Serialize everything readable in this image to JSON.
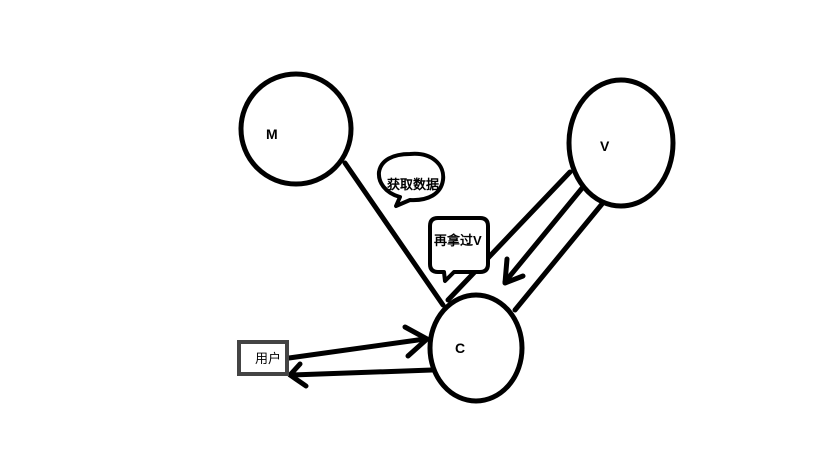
{
  "nodes": {
    "m": {
      "label": "M"
    },
    "v": {
      "label": "V"
    },
    "c": {
      "label": "C"
    },
    "user": {
      "label": "用户"
    }
  },
  "bubbles": {
    "fetch_data": {
      "label": "获取数据"
    },
    "take_view": {
      "label": "再拿过V"
    }
  },
  "colors": {
    "ink": "#000000",
    "user_box_border": "#444444",
    "background": "#ffffff"
  }
}
